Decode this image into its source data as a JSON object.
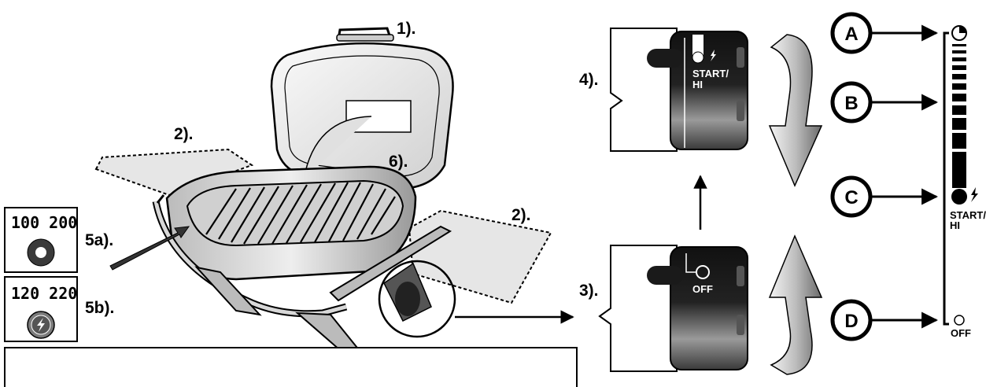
{
  "labels": {
    "lid": "1).",
    "side_table_left": "2).",
    "side_table_right": "2).",
    "control_knob_off": "3).",
    "control_knob_start": "4).",
    "model_a": "5a).",
    "model_b": "5b).",
    "thermometer": "6)."
  },
  "model_a": {
    "numbers": "100 200"
  },
  "model_b": {
    "numbers": "120 220"
  },
  "knob_top": {
    "line1": "START/",
    "line2": "HI"
  },
  "knob_bottom": {
    "text": "OFF"
  },
  "scale": {
    "markers": [
      "A",
      "B",
      "C",
      "D"
    ],
    "start_label_1": "START/",
    "start_label_2": "HI",
    "off_label": "OFF"
  },
  "colors": {
    "ink": "#000000",
    "knob_dark": "#1a1a1a",
    "arrow_gray": "#9a9a9a",
    "table_fill": "#e6e6e6"
  }
}
